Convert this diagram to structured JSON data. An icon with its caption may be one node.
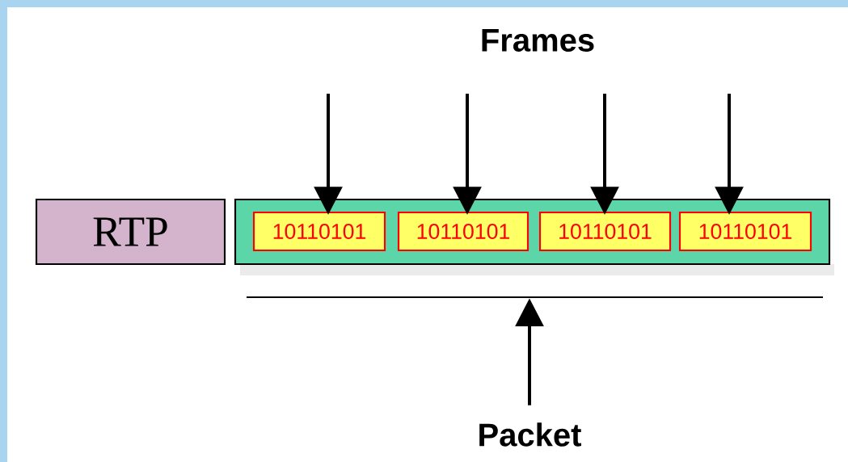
{
  "diagram": {
    "nodes": [
      {
        "text": [
          "RTP"
        ]
      },
      {
        "text": [],
        "shape": "box"
      },
      {
        "text": [
          "10110101"
        ],
        "in": 1
      },
      {
        "text": [
          "10110101"
        ],
        "in": 1
      },
      {
        "text": [
          "10110101"
        ],
        "in": 1
      },
      {
        "text": [
          "10110101"
        ],
        "in": 1
      },
      {
        "text": [],
        "shape": "bar"
      },
      {
        "text": [
          "Packet"
        ]
      }
    ],
    "edges": [
      {
        "from": null,
        "to": 2,
        "arrow": "to"
      },
      {
        "from": null,
        "to": 3,
        "arrow": "to"
      },
      {
        "from": null,
        "to": 4,
        "arrow": "to"
      },
      {
        "from": null,
        "to": 5,
        "arrow": "to"
      },
      {
        "from": 7,
        "to": 6,
        "arrow": "to"
      }
    ],
    "labels": [
      "Frames"
    ]
  }
}
